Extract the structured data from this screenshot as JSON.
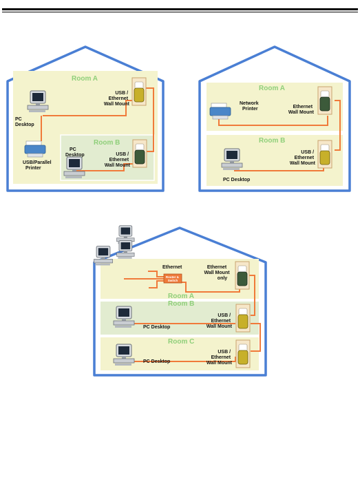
{
  "house1": {
    "room_a": "Room A",
    "room_b": "Room B",
    "pc_a": [
      "PC",
      "Desktop"
    ],
    "printer": [
      "USB/Parallel",
      "Printer"
    ],
    "mount_a": [
      "USB /",
      "Ethernet",
      "Wall Mount"
    ],
    "pc_b": [
      "PC",
      "Desktop"
    ],
    "mount_b": [
      "USB /",
      "Ethernet",
      "Wall Mount"
    ]
  },
  "house2": {
    "room_a": "Room A",
    "room_b": "Room B",
    "printer": [
      "Network",
      "Printer"
    ],
    "mount_a": [
      "Ethernet",
      "Wall Mount"
    ],
    "pc_b": "PC Desktop",
    "mount_b": [
      "USB /",
      "Ethernet",
      "Wall Mount"
    ]
  },
  "house3": {
    "ethernet": "Ethernet",
    "router": [
      "Router &",
      "Switch"
    ],
    "mount_a": [
      "Ethernet",
      "Wall Mount",
      "only"
    ],
    "room_a": "Room A",
    "room_b": "Room B",
    "room_c": "Room C",
    "pc_b": "PC Desktop",
    "mount_b": [
      "USB /",
      "Ethernet",
      "Wall Mount"
    ],
    "pc_c": "PC Desktop",
    "mount_c": [
      "USB /",
      "Ethernet",
      "Wall Mount"
    ]
  },
  "colors": {
    "house_outline": "#4a7fd4",
    "room_fill": "#f4f3cd",
    "room_b_fill": "#e2ecd0",
    "cable": "#f07a3a",
    "room_title": "#8fcf7a"
  }
}
